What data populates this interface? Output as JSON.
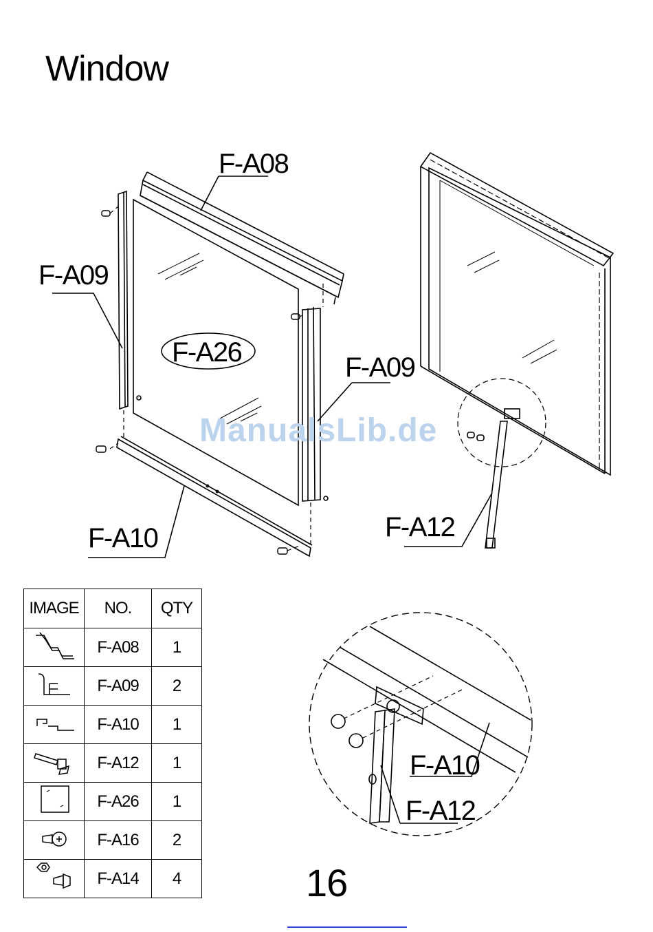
{
  "page": {
    "title": "Window",
    "page_number": "16",
    "watermark": "ManualsLib.de"
  },
  "labels": {
    "fa08": "F-A08",
    "fa09_left": "F-A09",
    "fa09_right": "F-A09",
    "fa26": "F-A26",
    "fa10": "F-A10",
    "fa12": "F-A12",
    "detail_fa10": "F-A10",
    "detail_fa12": "F-A12"
  },
  "parts_table": {
    "headers": {
      "image": "IMAGE",
      "no": "NO.",
      "qty": "QTY"
    },
    "rows": [
      {
        "icon": "rail-profile-icon",
        "no": "F-A08",
        "qty": "1"
      },
      {
        "icon": "side-profile-icon",
        "no": "F-A09",
        "qty": "2"
      },
      {
        "icon": "bottom-profile-icon",
        "no": "F-A10",
        "qty": "1"
      },
      {
        "icon": "window-stay-icon",
        "no": "F-A12",
        "qty": "1"
      },
      {
        "icon": "glass-pane-icon",
        "no": "F-A26",
        "qty": "1"
      },
      {
        "icon": "screw-icon",
        "no": "F-A16",
        "qty": "2"
      },
      {
        "icon": "bolt-nut-icon",
        "no": "F-A14",
        "qty": "4"
      }
    ]
  }
}
